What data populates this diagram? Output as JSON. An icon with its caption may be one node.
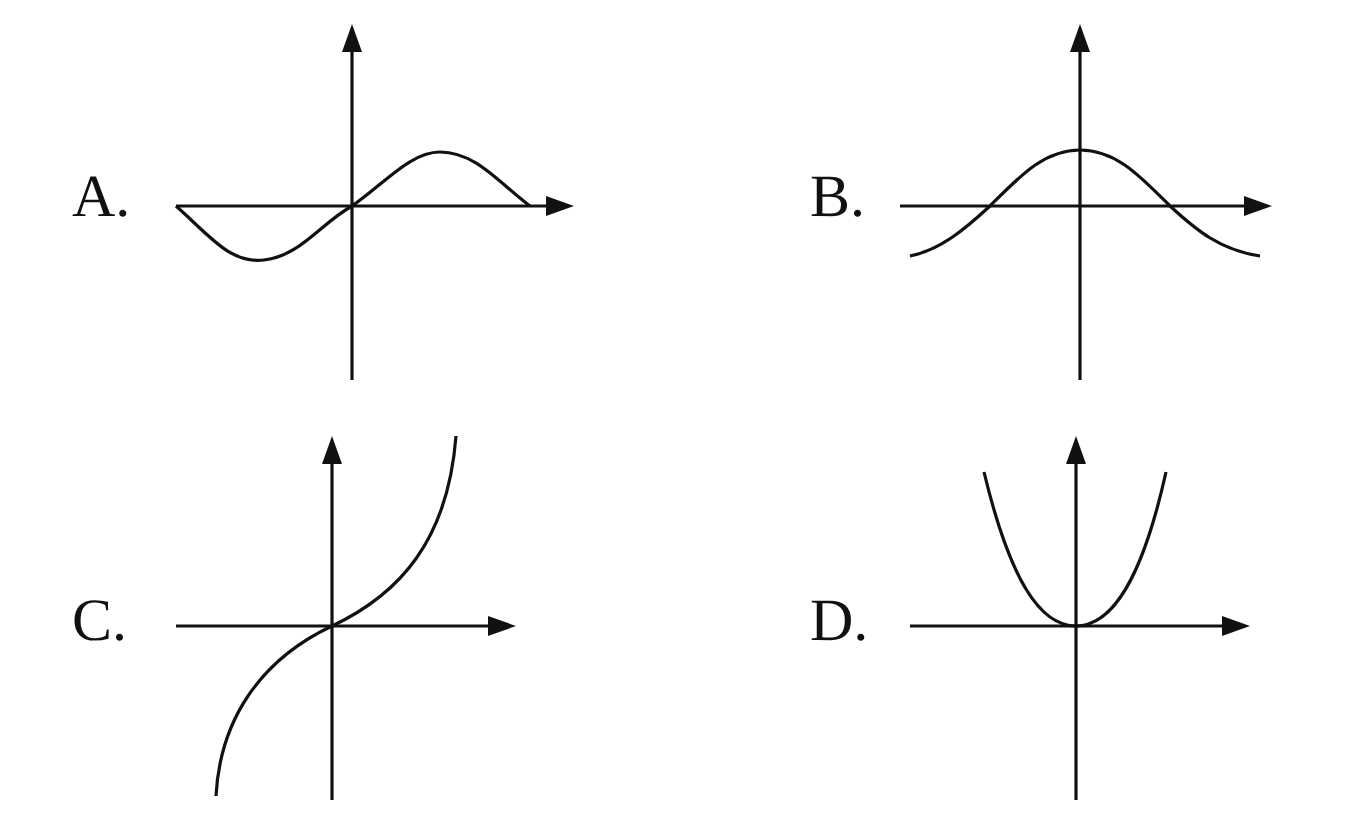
{
  "diagram": {
    "labels": [
      "A.",
      "B.",
      "C.",
      "D."
    ]
  }
}
